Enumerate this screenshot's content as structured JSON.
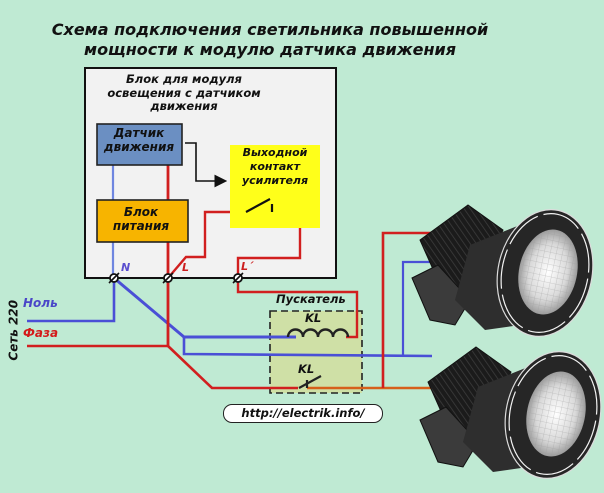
{
  "title": {
    "line1": "Схема подключения светильника  повышенной",
    "line2": "мощности к модулю датчика движения"
  },
  "control_unit": {
    "title": "Блок для модуля освещения с датчиком движения",
    "motion_sensor": "Датчик движения",
    "power_supply": "Блок питания",
    "output_contact": "Выходной контакт усилителя"
  },
  "terminals": {
    "neutral": "N",
    "line": "L",
    "switched_line": "L´"
  },
  "mains": {
    "label": "Сеть 220",
    "neutral": "Ноль",
    "phase": "Фаза"
  },
  "contactor": {
    "label": "Пускатель",
    "coil": "KL",
    "contact": "KL"
  },
  "lamps": [
    {
      "name": "high-power-floodlight-1"
    },
    {
      "name": "high-power-floodlight-2"
    }
  ],
  "source_url": "http://electrik.info/",
  "colors": {
    "background": "#bfead3",
    "unit_box": "#f2f2f2",
    "motion_sensor": "#6b8fc2",
    "power_supply": "#f7b400",
    "output_contact": "#ffff1a",
    "contactor_box": "#cfe0a6",
    "neutral_wire": "#4a4fd6",
    "phase_wire": "#d11f1f",
    "lamp_body": "#2a2a2a"
  }
}
